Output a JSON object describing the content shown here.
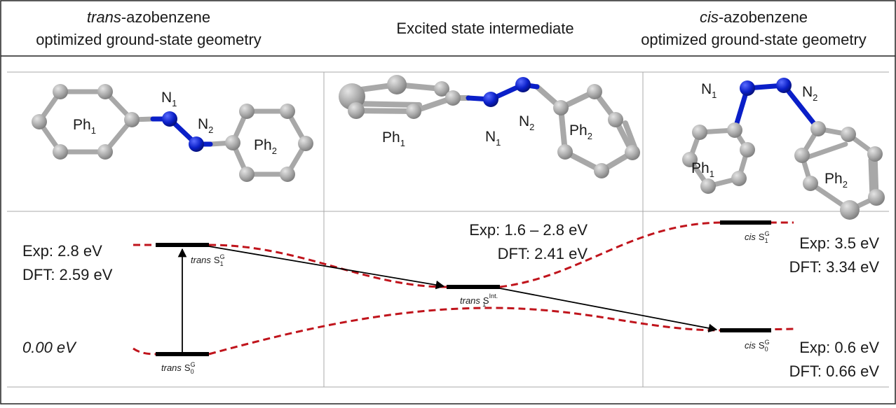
{
  "headers": {
    "col1_line1_italic": "trans",
    "col1_line1_rest": "-azobenzene",
    "col1_line2": "optimized ground-state geometry",
    "col2": "Excited state intermediate",
    "col3_line1_italic": "cis",
    "col3_line1_rest": "-azobenzene",
    "col3_line2": "optimized ground-state geometry"
  },
  "molecules": {
    "ph": "Ph",
    "n": "N",
    "sub1": "1",
    "sub2": "2"
  },
  "energies": {
    "trans_excited_exp": "Exp: 2.8 eV",
    "trans_excited_dft": "DFT: 2.59 eV",
    "trans_ground": "0.00 eV",
    "int_exp": "Exp: 1.6 – 2.8 eV",
    "int_dft": "DFT: 2.41 eV",
    "cis_excited_exp": "Exp: 3.5 eV",
    "cis_excited_dft": "DFT: 3.34 eV",
    "cis_ground_exp": "Exp: 0.6 eV",
    "cis_ground_dft": "DFT: 0.66 eV"
  },
  "states": {
    "trans_word": "trans",
    "cis_word": "cis",
    "s": "S",
    "sub0": "0",
    "sub1": "1",
    "sup_g": "G",
    "sup_int": "Int."
  },
  "colors": {
    "carbon": "#a8a8a8",
    "nitrogen": "#0a1fc8",
    "curve": "#c0141c",
    "level": "#000000"
  }
}
